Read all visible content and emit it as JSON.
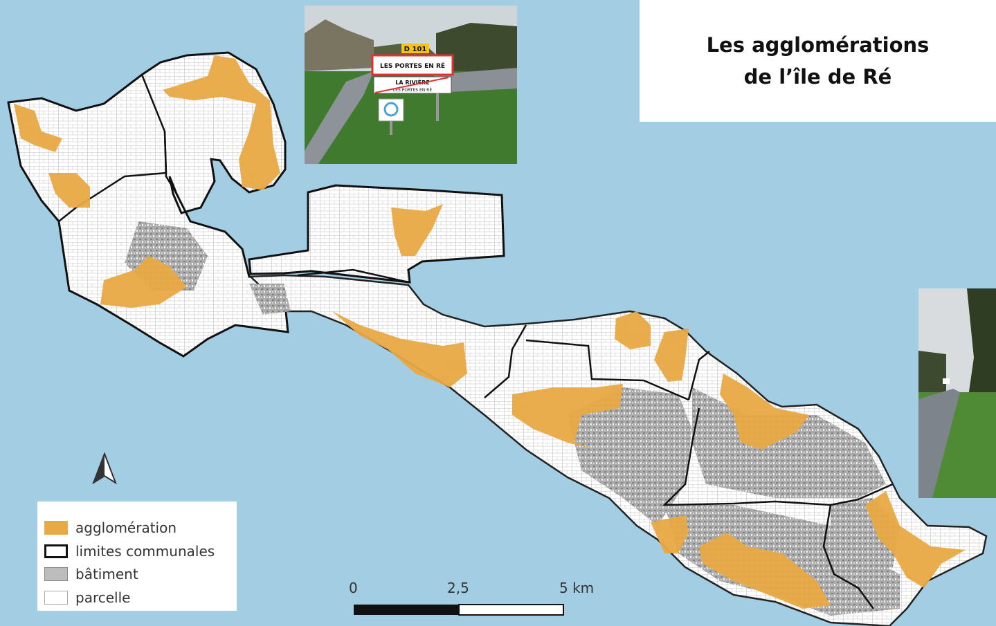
{
  "title": {
    "line1": "Les agglomérations",
    "line2": "de l’île de Ré"
  },
  "photo": {
    "sign_road": "D 101",
    "sign_town": "LES PORTES EN RÉ",
    "sign_exit_line1": "LA RIVIÈRE",
    "sign_exit_line2": "LES PORTES EN RÉ"
  },
  "legend": {
    "items": [
      {
        "label": "agglomération",
        "symbol": "orange-fill"
      },
      {
        "label": "limites communales",
        "symbol": "black-outline"
      },
      {
        "label": "bâtiment",
        "symbol": "grey-fill"
      },
      {
        "label": "parcelle",
        "symbol": "white-fill"
      }
    ]
  },
  "scale_bar": {
    "labels": [
      "0",
      "2,5",
      "5 km"
    ]
  },
  "colors": {
    "sea": "#a3cde3",
    "agglomeration": "#e9a944",
    "building": "#9e9e9e",
    "parcel": "#ffffff",
    "boundary": "#111111"
  },
  "north_arrow": "north-arrow-icon"
}
